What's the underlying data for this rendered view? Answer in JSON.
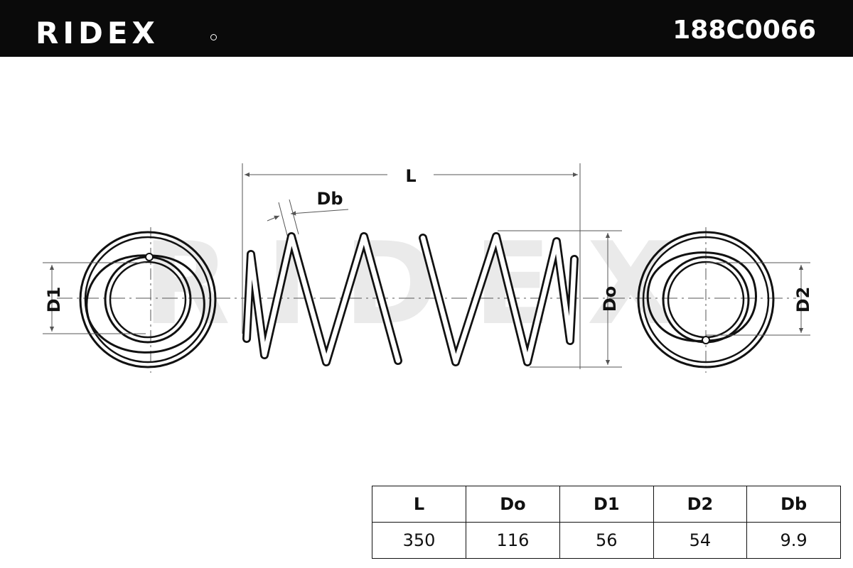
{
  "header": {
    "brand": "RIDEX",
    "part_number": "188C0066",
    "background": "#0a0a0a"
  },
  "diagram": {
    "labels": {
      "length": "L",
      "wire_diameter": "Db",
      "inner_d1": "D1",
      "outer_do": "Do",
      "inner_d2": "D2"
    },
    "watermark": "RIDEX"
  },
  "specs": {
    "headers": [
      "L",
      "Do",
      "D1",
      "D2",
      "Db"
    ],
    "values": [
      "350",
      "116",
      "56",
      "54",
      "9.9"
    ]
  }
}
